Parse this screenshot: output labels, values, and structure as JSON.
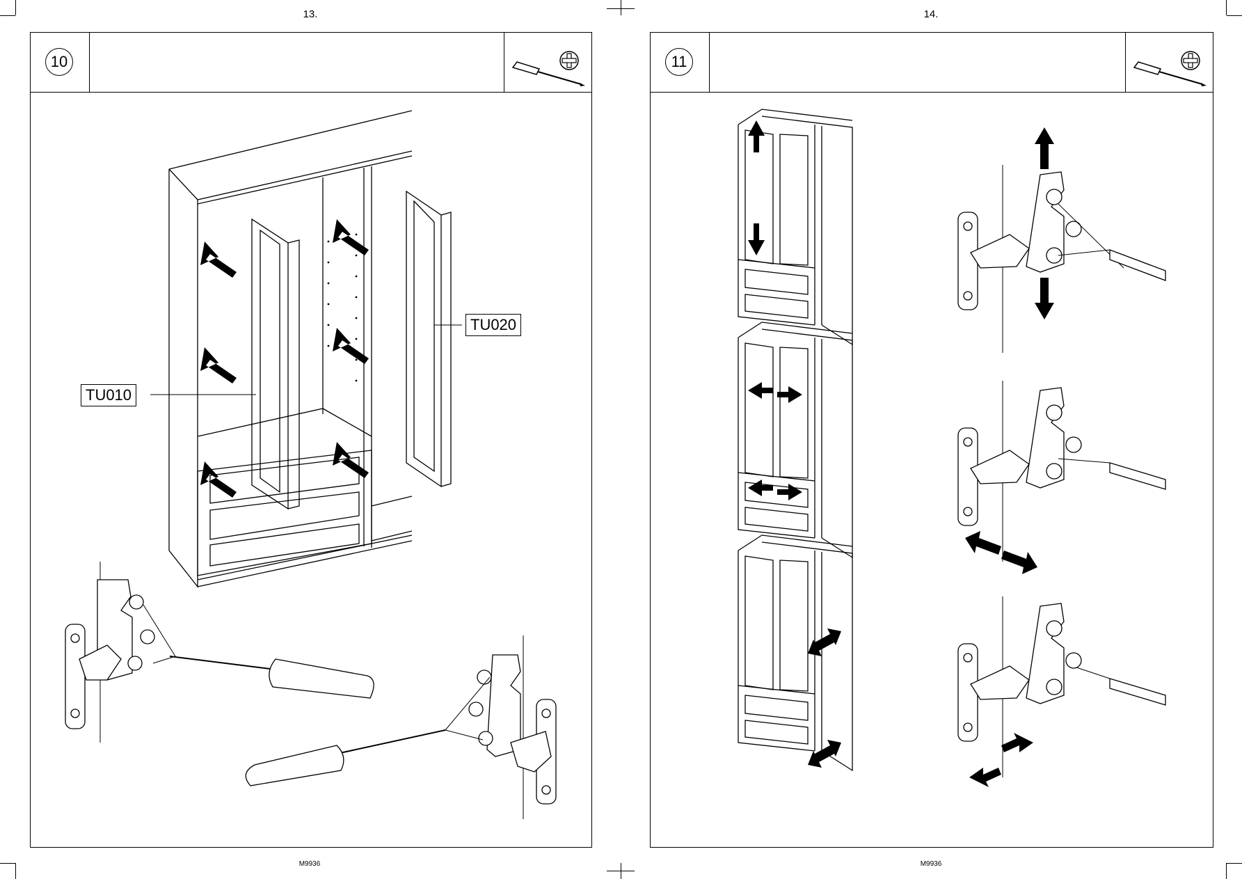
{
  "pages": [
    {
      "page_number": "13.",
      "step": "10",
      "footer": "M9936",
      "labels": {
        "left_door": "TU010",
        "right_door": "TU020"
      }
    },
    {
      "page_number": "14.",
      "step": "11",
      "footer": "M9936"
    }
  ],
  "icons": {
    "tool": "screwdriver-icon",
    "screw": "phillips-screw-icon"
  }
}
